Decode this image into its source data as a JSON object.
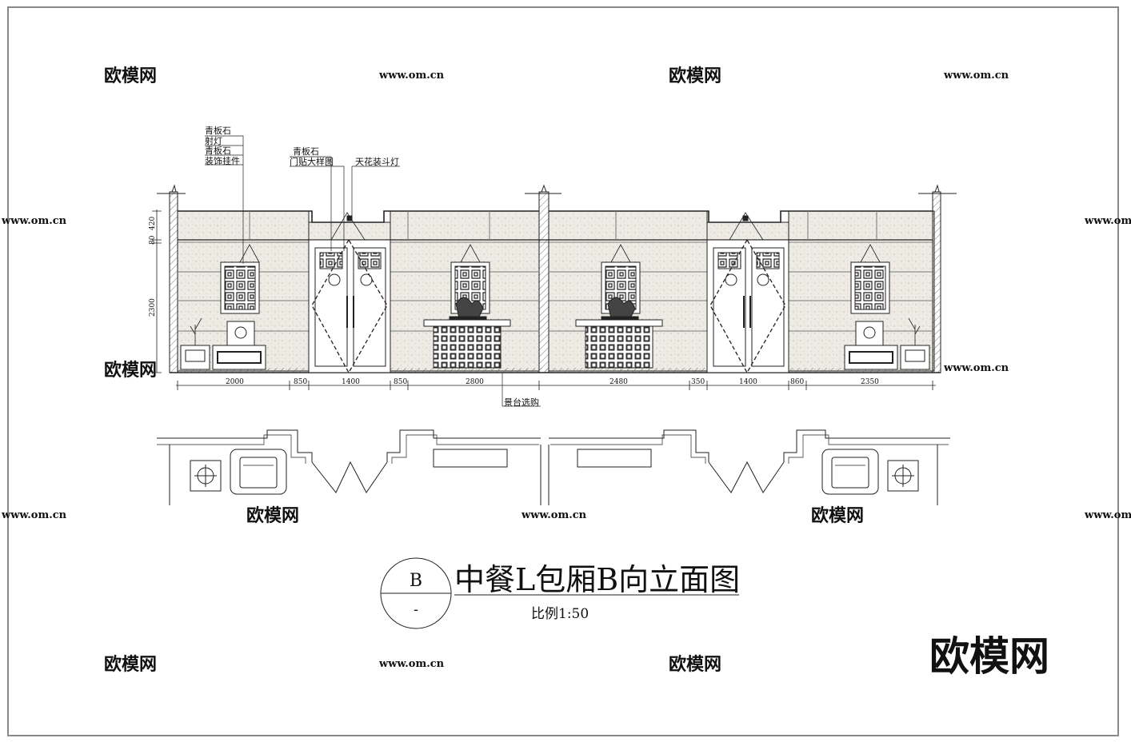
{
  "drawing": {
    "callouts_left": [
      "青板石",
      "射灯",
      "青板石",
      "装饰挂件"
    ],
    "callouts_mid": [
      "青板石",
      "门贴大样图"
    ],
    "callout_ceiling": "天花装斗灯",
    "callout_bottom": "景台选购",
    "dims_horizontal": [
      "2000",
      "850",
      "1400",
      "850",
      "2800",
      "2480",
      "350",
      "1400",
      "860",
      "2350"
    ],
    "dims_vertical": [
      "420",
      "80",
      "2300"
    ],
    "section_letter": "B",
    "section_sub": "-",
    "title": "中餐L包厢B向立面图",
    "scale": "比例1:50"
  },
  "watermarks": {
    "brand": "欧模网",
    "url": "www.om.cn",
    "corner_logo": "欧模网"
  },
  "colors": {
    "line": "#222222",
    "stone": "#ece9e2",
    "watermark": "#d9d9d9",
    "frame": "#888888"
  }
}
